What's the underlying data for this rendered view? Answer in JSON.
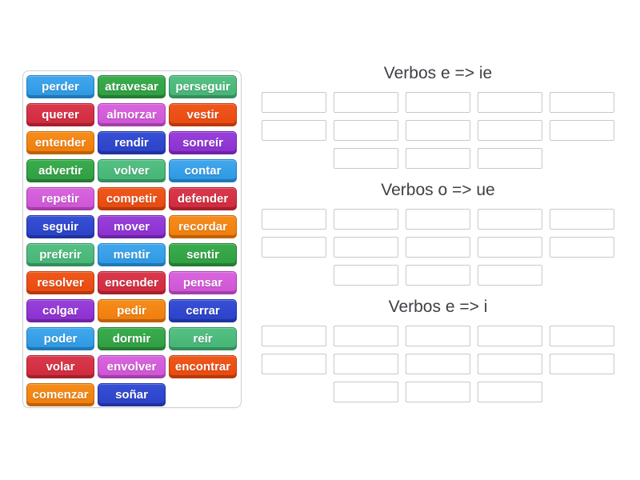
{
  "activity": {
    "type": "group-sort",
    "background": "#ffffff"
  },
  "palette": {
    "blue": "#2b97e2",
    "green": "#2f9e41",
    "seagreen": "#45b475",
    "red": "#d0293c",
    "orchid": "#ce53d4",
    "orangered": "#e8490f",
    "orange": "#f07d0b",
    "royal": "#2a41c8",
    "purple": "#8b2fd0",
    "tile_text": "#ffffff",
    "heading_text": "#3d4045",
    "slot_border": "#c9c9c9",
    "panel_border": "#ccd0d4"
  },
  "word_bank": {
    "tiles": [
      {
        "label": "perder",
        "color": "blue"
      },
      {
        "label": "atravesar",
        "color": "green"
      },
      {
        "label": "perseguir",
        "color": "seagreen"
      },
      {
        "label": "querer",
        "color": "red"
      },
      {
        "label": "almorzar",
        "color": "orchid"
      },
      {
        "label": "vestir",
        "color": "orangered"
      },
      {
        "label": "entender",
        "color": "orange"
      },
      {
        "label": "rendir",
        "color": "royal"
      },
      {
        "label": "sonreír",
        "color": "purple"
      },
      {
        "label": "advertir",
        "color": "green"
      },
      {
        "label": "volver",
        "color": "seagreen"
      },
      {
        "label": "contar",
        "color": "blue"
      },
      {
        "label": "repetir",
        "color": "orchid"
      },
      {
        "label": "competir",
        "color": "orangered"
      },
      {
        "label": "defender",
        "color": "red"
      },
      {
        "label": "seguir",
        "color": "royal"
      },
      {
        "label": "mover",
        "color": "purple"
      },
      {
        "label": "recordar",
        "color": "orange"
      },
      {
        "label": "preferir",
        "color": "seagreen"
      },
      {
        "label": "mentir",
        "color": "blue"
      },
      {
        "label": "sentir",
        "color": "green"
      },
      {
        "label": "resolver",
        "color": "orangered"
      },
      {
        "label": "encender",
        "color": "red"
      },
      {
        "label": "pensar",
        "color": "orchid"
      },
      {
        "label": "colgar",
        "color": "purple"
      },
      {
        "label": "pedir",
        "color": "orange"
      },
      {
        "label": "cerrar",
        "color": "royal"
      },
      {
        "label": "poder",
        "color": "blue"
      },
      {
        "label": "dormir",
        "color": "green"
      },
      {
        "label": "reír",
        "color": "seagreen"
      },
      {
        "label": "volar",
        "color": "red"
      },
      {
        "label": "envolver",
        "color": "orchid"
      },
      {
        "label": "encontrar",
        "color": "orangered"
      },
      {
        "label": "comenzar",
        "color": "orange"
      },
      {
        "label": "soñar",
        "color": "royal"
      }
    ]
  },
  "groups": [
    {
      "title": "Verbos e => ie",
      "slots_per_row": [
        5,
        5,
        3
      ]
    },
    {
      "title": "Verbos o => ue",
      "slots_per_row": [
        5,
        5,
        3
      ]
    },
    {
      "title": "Verbos e => i",
      "slots_per_row": [
        5,
        5,
        3
      ]
    }
  ]
}
